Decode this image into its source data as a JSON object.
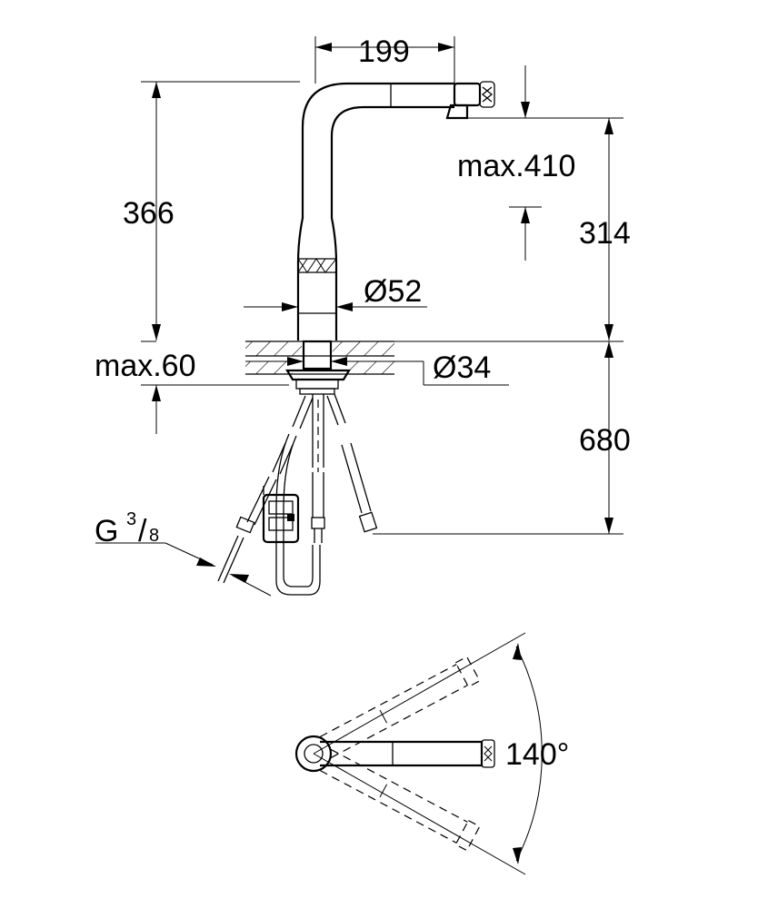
{
  "dimensions": {
    "spout_reach": "199",
    "total_height": "366",
    "max_pullout": "max.410",
    "spout_height": "314",
    "body_diameter": "Ø52",
    "max_deck_thickness": "max.60",
    "hole_diameter": "Ø34",
    "hose_length": "680",
    "connection_thread": "G",
    "thread_num": "3",
    "thread_den": "8",
    "swivel_angle": "140°"
  }
}
